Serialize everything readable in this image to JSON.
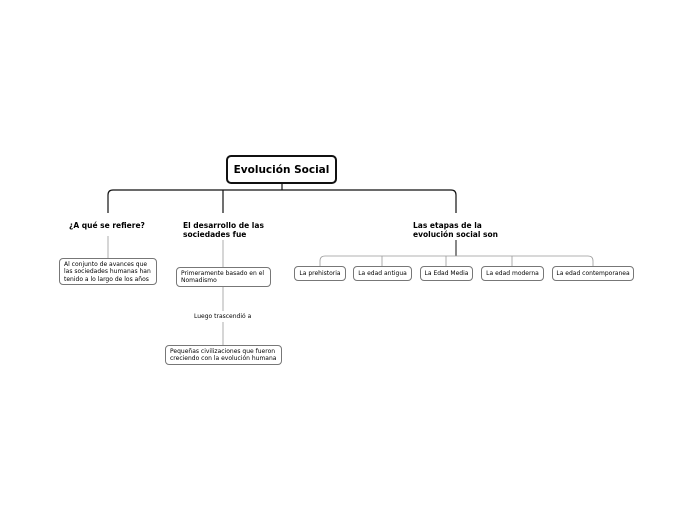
{
  "root": {
    "title": "Evolución Social"
  },
  "branches": [
    {
      "title": "¿A qué se refiere?",
      "detail": "Al conjunto de avances que\nlas sociedades humanas han\ntenido a lo largo de los años"
    },
    {
      "title": "El desarrollo de las\nsociedades fue",
      "detail": "Primeramente basado en el\nNomadismo",
      "connector": "Luego trascendió a",
      "detail2": "Pequeñas civilizaciones que fueron\ncreciendo con la evolución humana"
    },
    {
      "title": "Las etapas de la\nevolución social son",
      "stages": [
        "La prehistoria",
        "La edad antigua",
        "La Edad Media",
        "La edad moderna",
        "La edad contemporanea"
      ]
    }
  ]
}
